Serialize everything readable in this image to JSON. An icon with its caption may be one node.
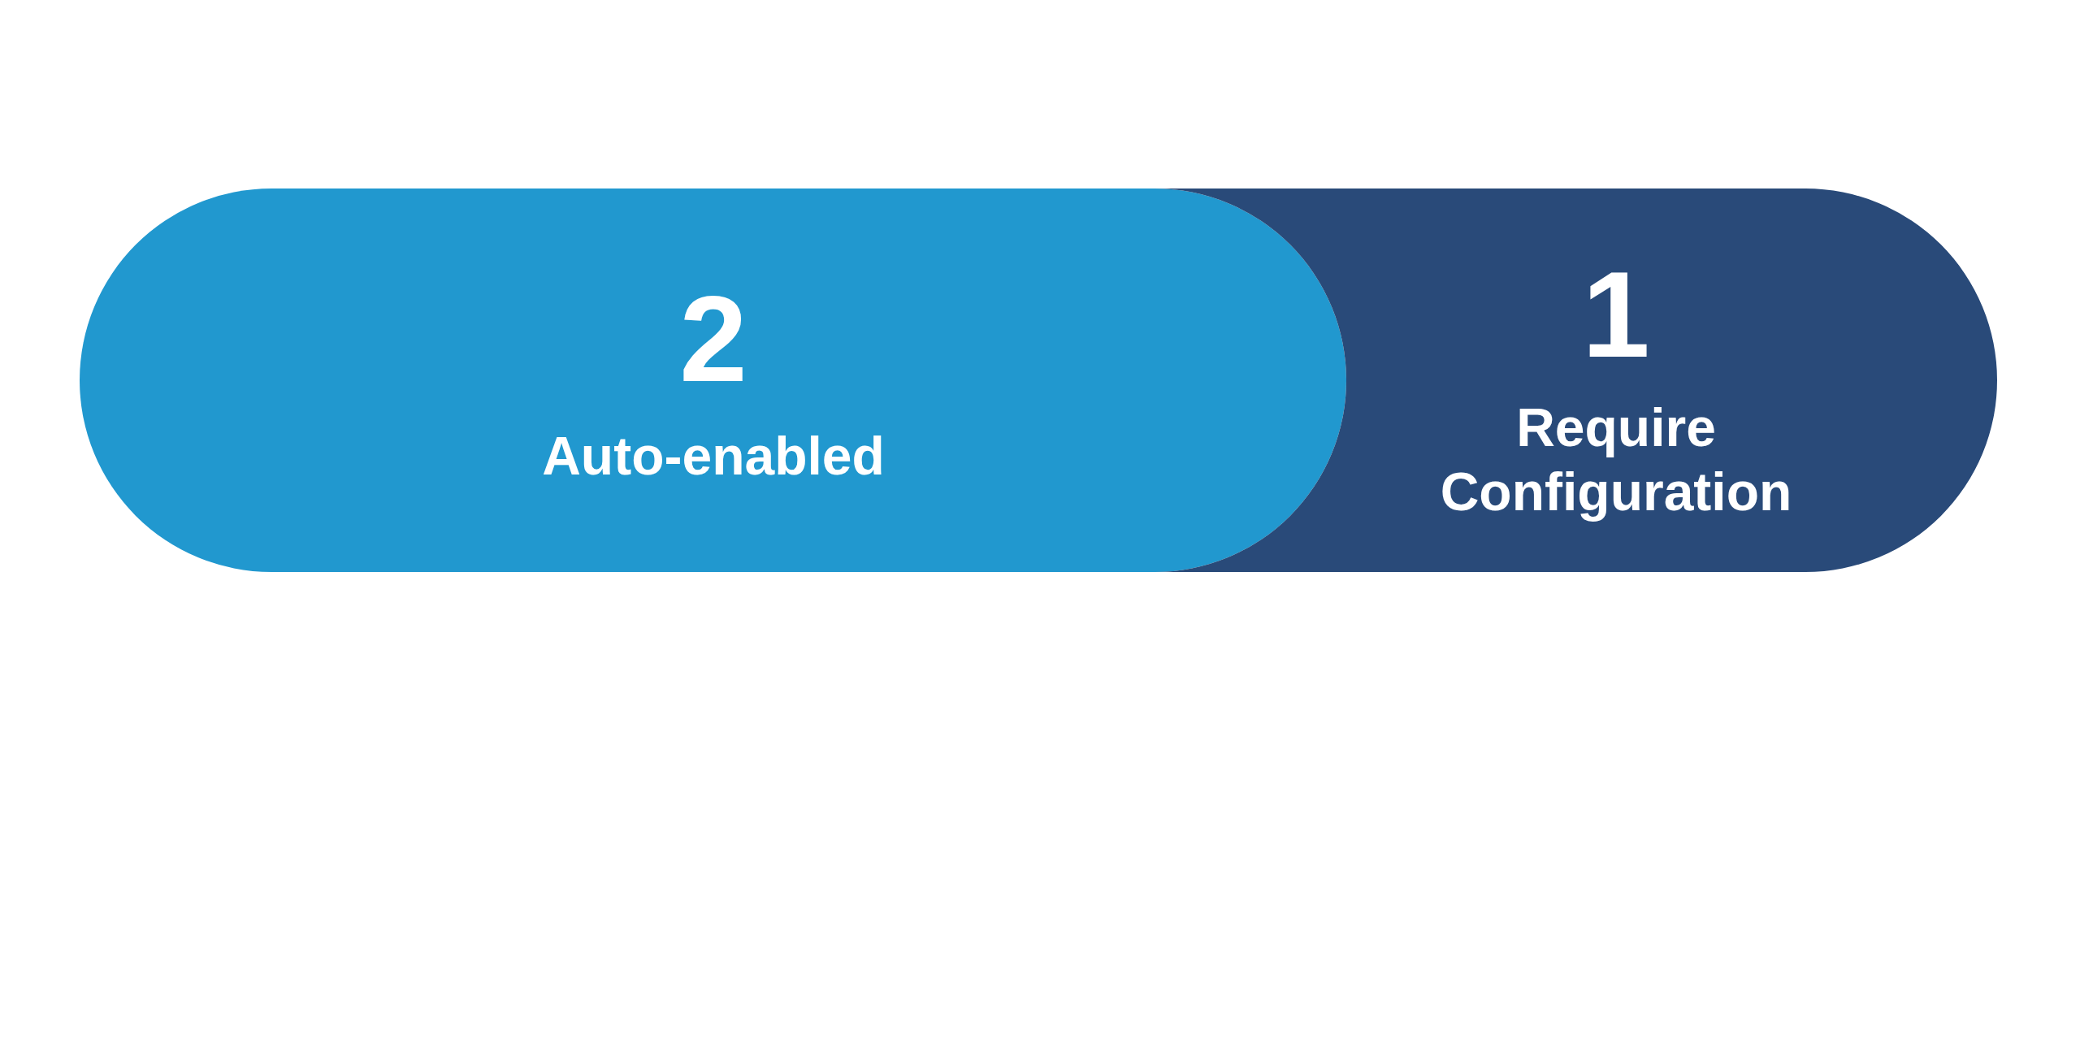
{
  "diagram": {
    "nodes": [
      {
        "text": [
          "2",
          "Auto-enabled"
        ]
      },
      {
        "text": [
          "1",
          "Require Configuration"
        ]
      }
    ]
  }
}
